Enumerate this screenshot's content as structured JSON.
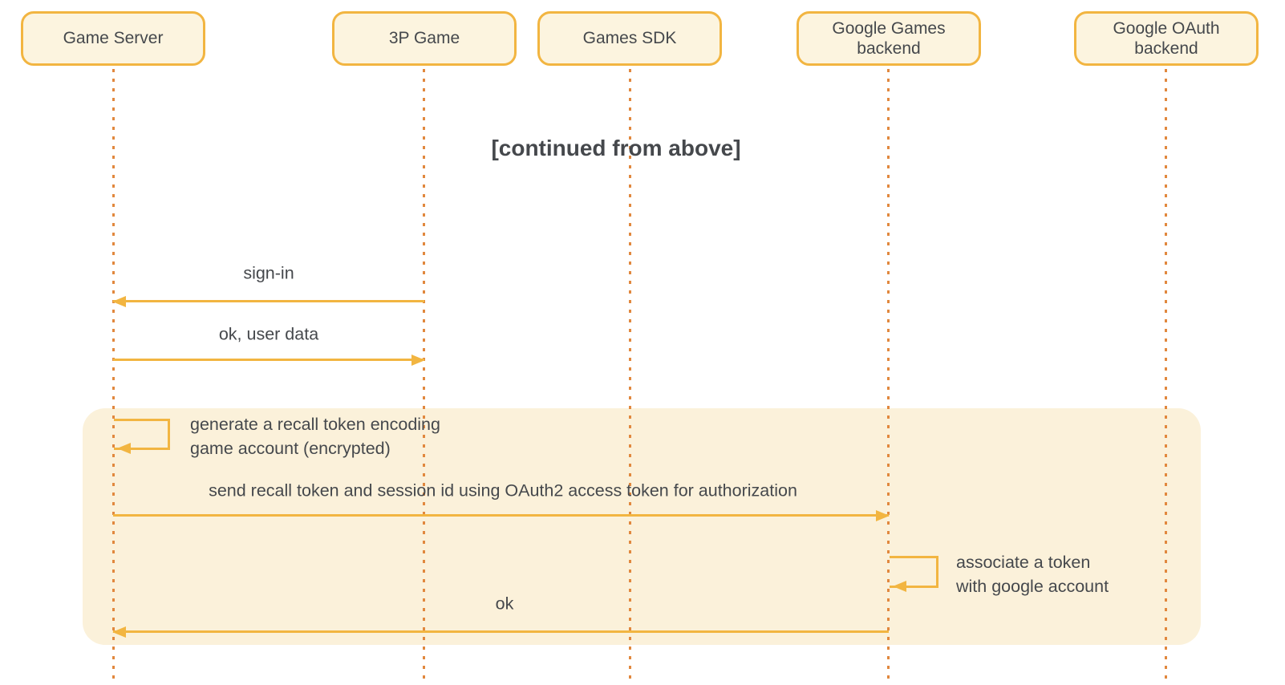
{
  "colors": {
    "gold_accent": "#F2B541",
    "lifeline_dot": "#E1883E",
    "actor_fill": "#FCF4DF",
    "region_fill": "#FBF1DA",
    "text": "#45484C"
  },
  "note": {
    "text": "[continued from above]"
  },
  "actors": [
    {
      "label": "Game Server"
    },
    {
      "label": "3P Game"
    },
    {
      "label": "Games SDK"
    },
    {
      "label": "Google Games backend"
    },
    {
      "label": "Google OAuth backend"
    }
  ],
  "messages": [
    {
      "kind": "arrow",
      "label": "sign-in",
      "from": "3P Game",
      "to": "Game Server"
    },
    {
      "kind": "arrow",
      "label": "ok, user data",
      "from": "Game Server",
      "to": "3P Game"
    },
    {
      "kind": "self",
      "actor": "Game Server",
      "lines": [
        "generate a recall token encoding",
        "game account (encrypted)"
      ]
    },
    {
      "kind": "arrow",
      "label": "send recall token and session id using OAuth2 access token for authorization",
      "from": "Game Server",
      "to": "Google Games backend"
    },
    {
      "kind": "self",
      "actor": "Google Games backend",
      "lines": [
        "associate a token",
        "with google account"
      ]
    },
    {
      "kind": "arrow",
      "label": "ok",
      "from": "Google Games backend",
      "to": "Game Server"
    }
  ]
}
